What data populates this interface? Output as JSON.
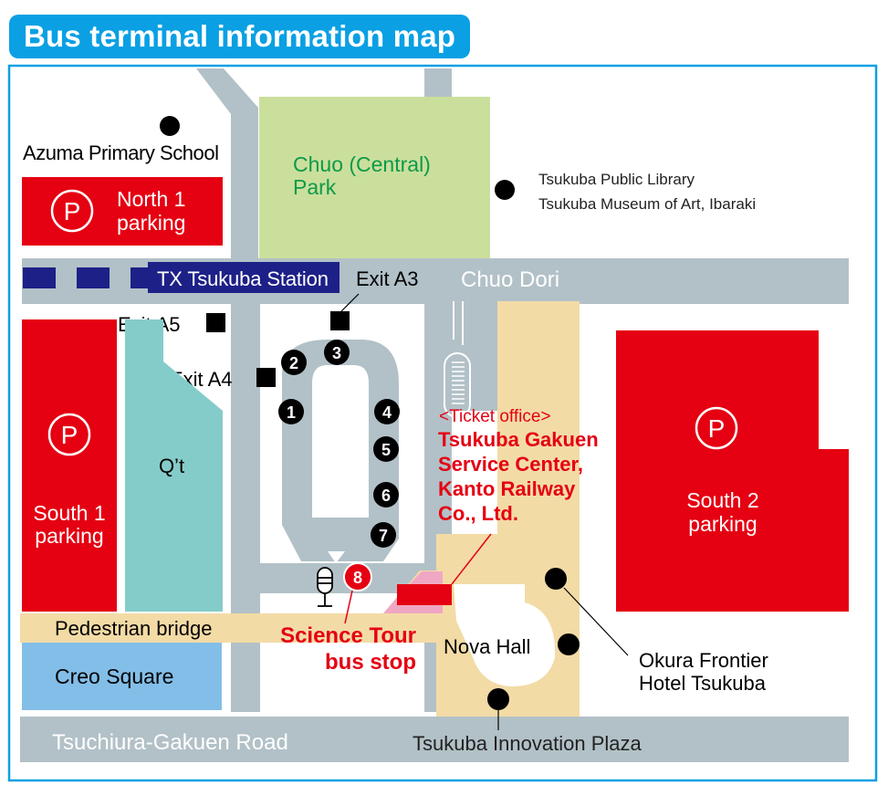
{
  "title": "Bus terminal information map",
  "colors": {
    "frame": "#0aa0e3",
    "road": "#b2c1c7",
    "parking": "#e50012",
    "park": "#cbdf9c",
    "qt": "#84ccc9",
    "creo": "#83bee8",
    "walkway": "#f3dba6",
    "station": "#1d2087",
    "accent_red": "#e50012",
    "park_text": "#0c9a4a"
  },
  "landmarks": {
    "azuma_school": "Azuma Primary School",
    "central_park_line1": "Chuo (Central)",
    "central_park_line2": "Park",
    "library": "Tsukuba Public Library",
    "museum": "Tsukuba Museum of Art, Ibaraki",
    "qt": "Q’t",
    "creo_square": "Creo Square",
    "nova_hall": "Nova Hall",
    "hotel_line1": "Okura Frontier",
    "hotel_line2": "Hotel Tsukuba",
    "innovation_plaza": "Tsukuba Innovation Plaza",
    "pedestrian_bridge": "Pedestrian bridge"
  },
  "roads": {
    "chuo_dori": "Chuo Dori",
    "tsuchiura_gakuen": "Tsuchiura-Gakuen Road"
  },
  "station": {
    "name": "TX Tsukuba Station",
    "exits": [
      "Exit A3",
      "Exit A4",
      "Exit A5"
    ]
  },
  "parking": {
    "symbol": "P",
    "north1_line1": "North 1",
    "north1_line2": "parking",
    "south1_line1": "South 1",
    "south1_line2": "parking",
    "south2_line1": "South 2",
    "south2_line2": "parking"
  },
  "bus_stops": [
    "1",
    "2",
    "3",
    "4",
    "5",
    "6",
    "7",
    "8"
  ],
  "science_tour": {
    "line1": "Science Tour",
    "line2": "bus stop"
  },
  "ticket_office": {
    "heading": "<Ticket office>",
    "line1": "Tsukuba Gakuen",
    "line2": "Service Center,",
    "line3": "Kanto Railway",
    "line4": "Co., Ltd."
  }
}
